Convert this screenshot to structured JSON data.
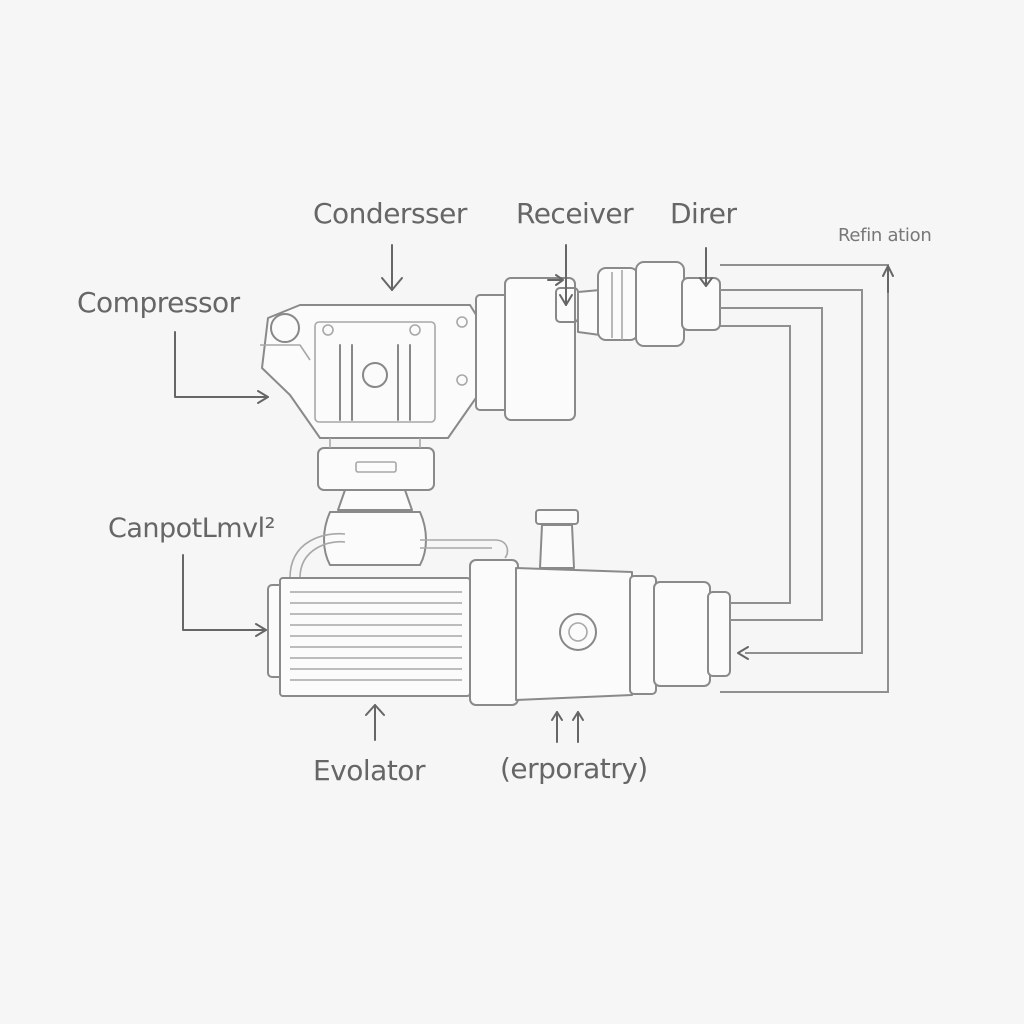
{
  "labels": {
    "condenser": "Condersser",
    "receiver": "Receiver",
    "drier": "Direr",
    "refrigeration": "Refin ation",
    "compressor": "Compressor",
    "capillary": "CanpotLmvl²",
    "evaporator": "Evolator",
    "evaporatory": "(erporatry)"
  },
  "colors": {
    "background": "#f6f6f6",
    "line": "#888888",
    "text": "#666666"
  }
}
